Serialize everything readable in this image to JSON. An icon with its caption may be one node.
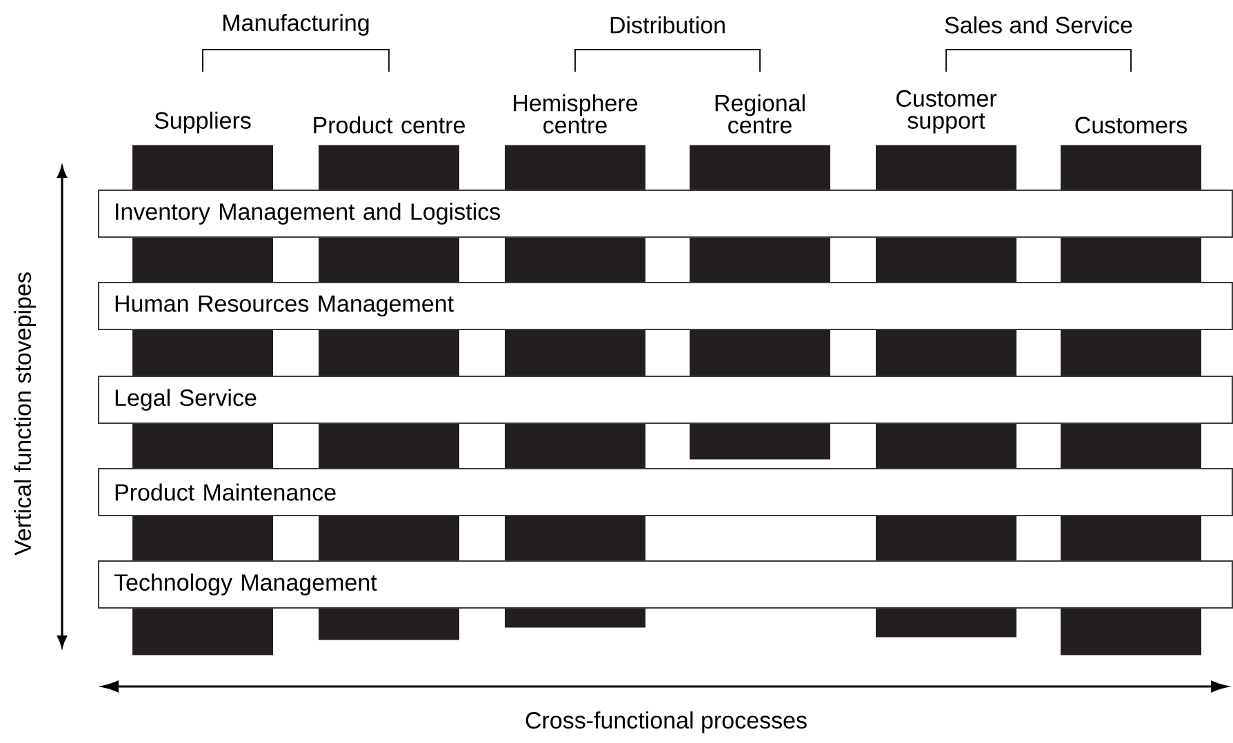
{
  "diagram": {
    "nodes": [
      {
        "text": [
          "Suppliers"
        ]
      },
      {
        "text": [
          "Product centre"
        ]
      },
      {
        "text": [
          "Hemisphere centre"
        ]
      },
      {
        "text": [
          "Regional centre"
        ]
      },
      {
        "text": [
          "Customer support"
        ]
      },
      {
        "text": [
          "Customers"
        ]
      },
      {
        "text": [
          "Inventory Management and Logistics"
        ]
      },
      {
        "text": [
          "Human Resources Management"
        ]
      },
      {
        "text": [
          "Legal Service"
        ]
      },
      {
        "text": [
          "Product Maintenance"
        ]
      },
      {
        "text": [
          "Technology Management"
        ]
      }
    ],
    "labels": [
      "Manufacturing",
      "Distribution",
      "Sales and Service",
      "Vertical function stovepipes",
      "Cross-functional processes"
    ]
  }
}
